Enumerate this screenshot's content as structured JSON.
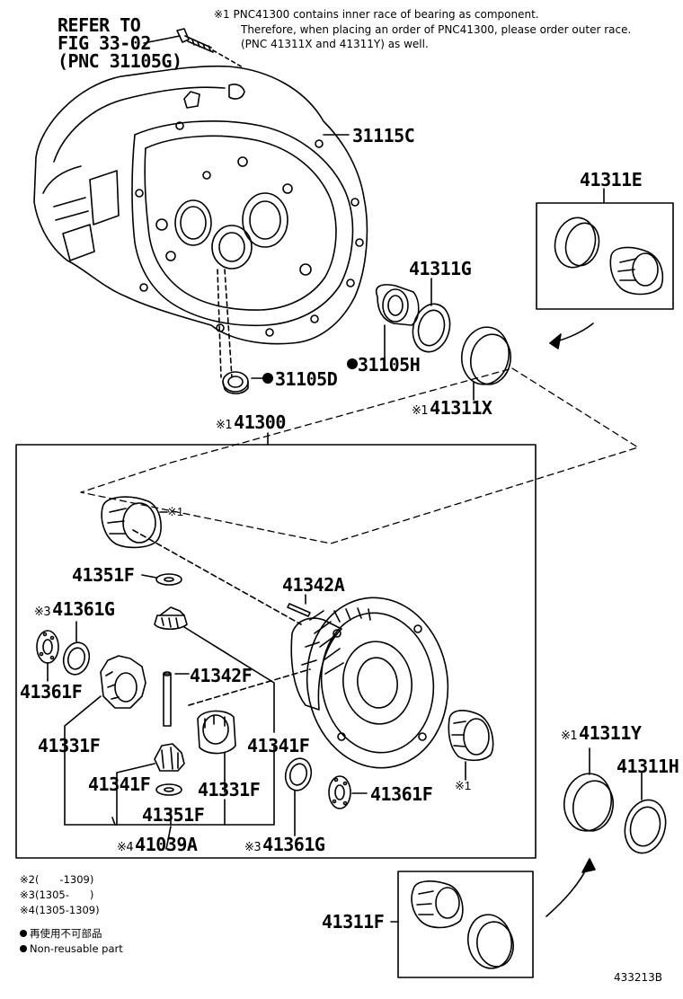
{
  "refer": {
    "line1": "REFER TO",
    "line2": "FIG 33-02",
    "line3": "(PNC 31105G)"
  },
  "note_top": {
    "line1": "※1 PNC41300 contains inner race of bearing as component.",
    "line2": "Therefore, when placing an order of PNC41300, please order outer race.",
    "line3": "(PNC 41311X and 41311Y) as well."
  },
  "marks": {
    "m1": "※1",
    "m3": "※3",
    "m4": "※4"
  },
  "parts": {
    "p31115C": "31115C",
    "p41311E": "41311E",
    "p41311G": "41311G",
    "p31105H": "31105H",
    "p31105D": "31105D",
    "p41311X": "41311X",
    "p41300": "41300",
    "p41351F_top": "41351F",
    "p41342A": "41342A",
    "p41361G_top": "41361G",
    "p41361F_left": "41361F",
    "p41342F": "41342F",
    "p41331F_left": "41331F",
    "p41341F_right": "41341F",
    "p41341F_left": "41341F",
    "p41331F_mid": "41331F",
    "p41351F_bottom": "41351F",
    "p41361F_right": "41361F",
    "p41039A": "41039A",
    "p41361G_bottom": "41361G",
    "p41311Y": "41311Y",
    "p41311H": "41311H",
    "p41311F": "41311F"
  },
  "legend": {
    "n2": "※2(　　-1309)",
    "n3": "※3(1305-　　)",
    "n4": "※4(1305-1309)",
    "jp": "再使用不可部品",
    "en": "Non-reusable part"
  },
  "figure_id": "433213B"
}
